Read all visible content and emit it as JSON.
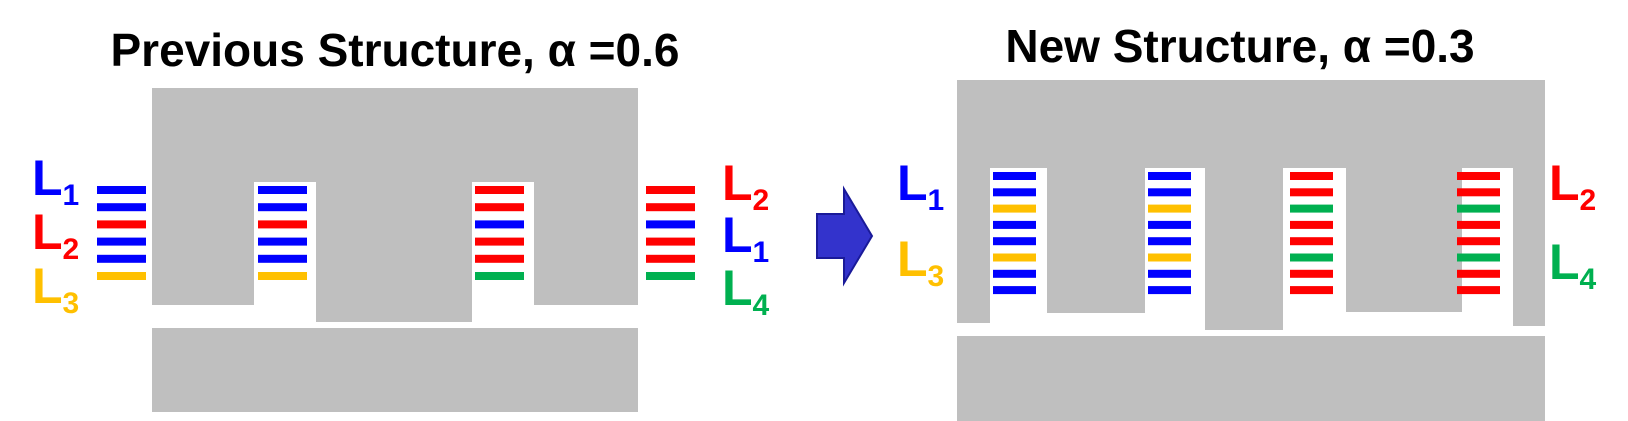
{
  "colors": {
    "core": "#bfbfbf",
    "L1": "#0000ff",
    "L2": "#ff0000",
    "L3": "#ffc000",
    "L4": "#00b050",
    "arrow_fill": "#3333cc",
    "arrow_stroke": "#1a1a99"
  },
  "left": {
    "title": "Previous Structure, α =0.6",
    "labels_left": [
      {
        "main": "L",
        "sub": "1",
        "color": "L1"
      },
      {
        "main": "L",
        "sub": "2",
        "color": "L2"
      },
      {
        "main": "L",
        "sub": "3",
        "color": "L3"
      }
    ],
    "labels_right": [
      {
        "main": "L",
        "sub": "2",
        "color": "L2"
      },
      {
        "main": "L",
        "sub": "1",
        "color": "L1"
      },
      {
        "main": "L",
        "sub": "4",
        "color": "L4"
      }
    ],
    "coil_stacks": [
      [
        "L1",
        "L1",
        "L2",
        "L1",
        "L1",
        "L3"
      ],
      [
        "L1",
        "L1",
        "L2",
        "L1",
        "L1",
        "L3"
      ],
      [
        "L2",
        "L2",
        "L1",
        "L2",
        "L2",
        "L4"
      ],
      [
        "L2",
        "L2",
        "L1",
        "L2",
        "L2",
        "L4"
      ]
    ]
  },
  "right": {
    "title": "New Structure, α =0.3",
    "labels_left": [
      {
        "main": "L",
        "sub": "1",
        "color": "L1"
      },
      {
        "main": "L",
        "sub": "3",
        "color": "L3"
      }
    ],
    "labels_right": [
      {
        "main": "L",
        "sub": "2",
        "color": "L2"
      },
      {
        "main": "L",
        "sub": "4",
        "color": "L4"
      }
    ],
    "coil_stacks": [
      [
        "L1",
        "L1",
        "L3",
        "L1",
        "L1",
        "L3",
        "L1",
        "L1"
      ],
      [
        "L1",
        "L1",
        "L3",
        "L1",
        "L1",
        "L3",
        "L1",
        "L1"
      ],
      [
        "L2",
        "L2",
        "L4",
        "L2",
        "L2",
        "L4",
        "L2",
        "L2"
      ],
      [
        "L2",
        "L2",
        "L4",
        "L2",
        "L2",
        "L4",
        "L2",
        "L2"
      ]
    ]
  }
}
